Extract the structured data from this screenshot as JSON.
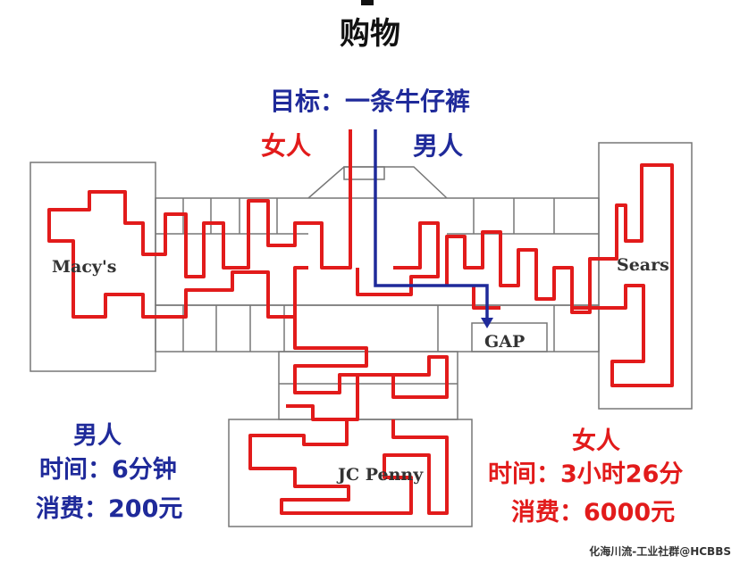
{
  "title": "购物",
  "goal": "目标：一条牛仔裤",
  "labels": {
    "woman_top": "女人",
    "man_top": "男人"
  },
  "stores": {
    "macys": "Macy's",
    "sears": "Sears",
    "gap": "GAP",
    "jcpenny": "JC Penny"
  },
  "man_stats": {
    "heading": "男人",
    "time": "时间：6分钟",
    "cost": "消费：200元"
  },
  "woman_stats": {
    "heading": "女人",
    "time": "时间：3小时26分",
    "cost": "消费：6000元"
  },
  "watermark": "化海川流-工业社群@HCBBS",
  "colors": {
    "woman_path": "#e21b1b",
    "man_path": "#1f2a9a",
    "walls": "#777777"
  }
}
